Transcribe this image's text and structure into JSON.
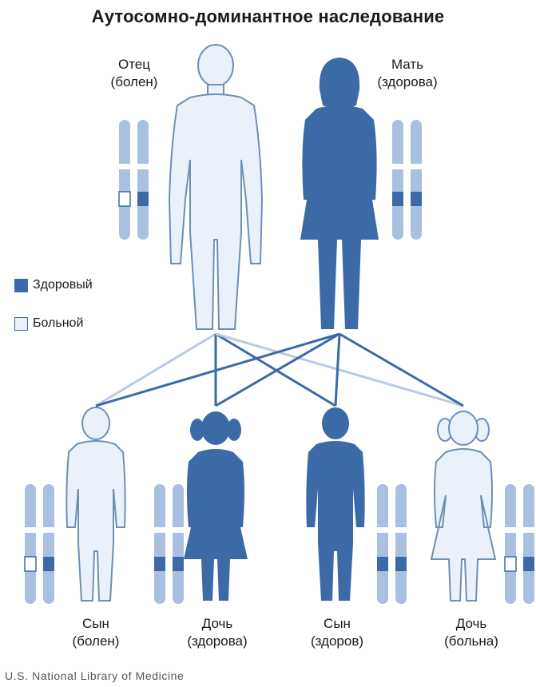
{
  "title": "Аутосомно-доминантное наследование",
  "colors": {
    "healthy": "#3c6aa6",
    "affected_fill": "#eaf1fa",
    "outline": "#6e8fb8",
    "chromosome": "#a9c0e0",
    "line_dark": "#3c6aa6",
    "line_light": "#b9cbe2"
  },
  "parents": {
    "father": {
      "line1": "Отец",
      "line2": "(болен)",
      "status": "affected"
    },
    "mother": {
      "line1": "Мать",
      "line2": "(здорова)",
      "status": "healthy"
    }
  },
  "children": [
    {
      "line1": "Сын",
      "line2": "(болен)",
      "status": "affected"
    },
    {
      "line1": "Дочь",
      "line2": "(здорова)",
      "status": "healthy"
    },
    {
      "line1": "Сын",
      "line2": "(здоров)",
      "status": "healthy"
    },
    {
      "line1": "Дочь",
      "line2": "(больна)",
      "status": "affected"
    }
  ],
  "legend": {
    "healthy_label": "Здоровый",
    "affected_label": "Больной"
  },
  "credit": "U.S. National Library of Medicine"
}
